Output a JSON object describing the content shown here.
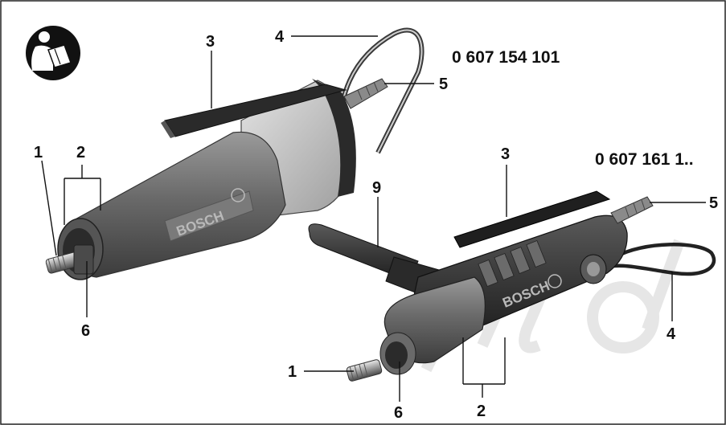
{
  "product_codes": {
    "upper_tool": "0 607 154 101",
    "lower_tool": "0 607 161 1.."
  },
  "labels": {
    "upper_tool": [
      "1",
      "2",
      "3",
      "4",
      "5",
      "6"
    ],
    "lower_tool": [
      "9",
      "3",
      "5",
      "4",
      "1",
      "6",
      "2"
    ]
  },
  "brand": "BOSCH",
  "watermark": "m.ua",
  "colors": {
    "tool_body": "#6e6e6e",
    "tool_dark": "#2f2f2f",
    "tool_light": "#a9a9a9",
    "frame": "#222222",
    "icon": "#111111",
    "watermark": "#e9e9e9"
  },
  "icons": [
    "read-manual-icon"
  ]
}
